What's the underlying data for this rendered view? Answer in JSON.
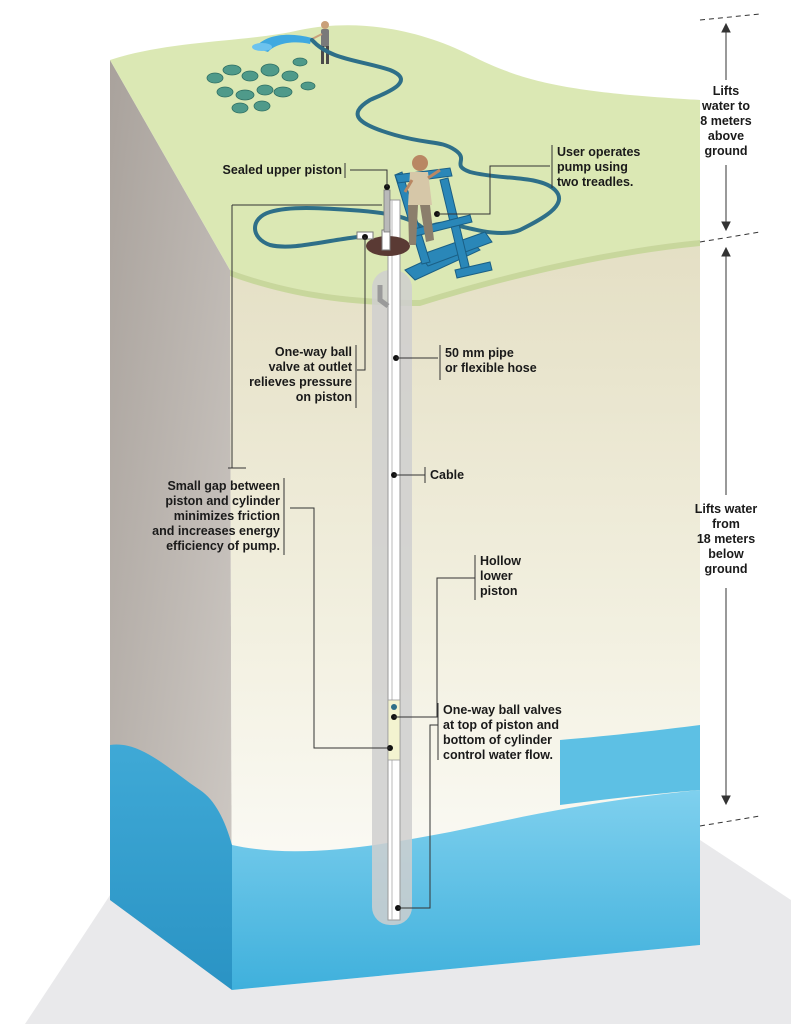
{
  "labels": {
    "sealed_upper_piston": "Sealed upper piston",
    "user_operates": "User operates\npump using\ntwo treadles.",
    "outlet_valve": "One-way ball\nvalve at outlet\nrelieves pressure\non piston",
    "pipe": "50 mm pipe\nor flexible hose",
    "cable": "Cable",
    "small_gap": "Small gap between\npiston and cylinder\nminimizes friction\nand increases energy\nefficiency of pump.",
    "hollow_piston": "Hollow\nlower\npiston",
    "ball_valves": "One-way ball valves\nat top of piston and\nbottom of cylinder\ncontrol water flow.",
    "lift_above": "Lifts\nwater to\n8 meters\nabove\nground",
    "lift_below": "Lifts water\nfrom\n18 meters\nbelow\nground"
  },
  "colors": {
    "grass": "#dbe8b4",
    "soil_left": "#b9b2ad",
    "soil_front": "#efecd8",
    "water": "#4cb8df",
    "pump_blue": "#2a87b8",
    "hose": "#2e6f88"
  }
}
